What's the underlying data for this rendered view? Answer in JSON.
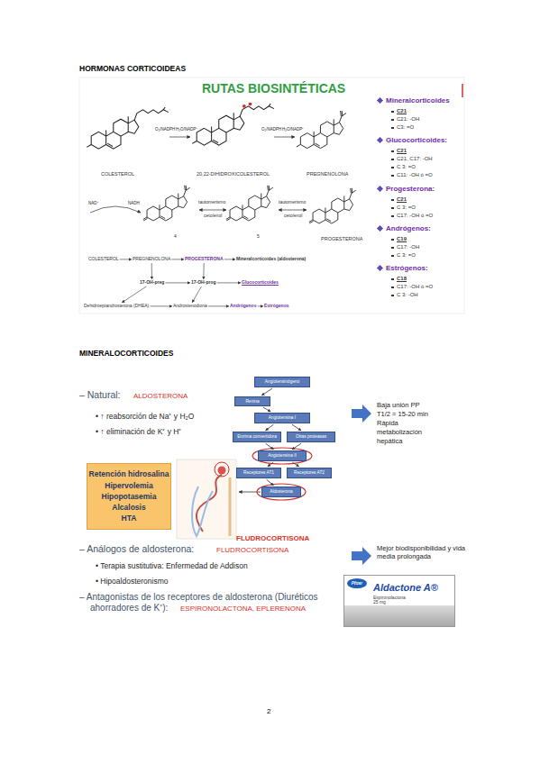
{
  "diagram": {
    "title": "HORMONAS CORTICOIDEAS",
    "nodes": [
      {
        "text": [
          "COLESTEROL"
        ]
      },
      {
        "text": [
          "PREGNENOLONA"
        ]
      },
      {
        "text": [
          "PROGESTERONA"
        ]
      },
      {
        "text": [
          "Mineralcorticoides (aldosterona)"
        ]
      },
      {
        "text": [
          "17-OH-preg"
        ]
      },
      {
        "text": [
          "17-OH-prog"
        ]
      },
      {
        "text": [
          "Glucocorticoides"
        ]
      },
      {
        "text": [
          "Dehidroepiandrosterona (DHEA)"
        ]
      },
      {
        "text": [
          "Androstenodiona"
        ]
      },
      {
        "text": [
          "Andrógenos"
        ]
      },
      {
        "text": [
          "Estrógenos"
        ]
      },
      {
        "text": [
          "Retención hidrosalina",
          "Hipervolemia",
          "Hipopotasemia",
          "Alcalosis",
          "HTA"
        ]
      },
      {
        "text": [
          "Angiotensinógeno"
        ]
      },
      {
        "text": [
          "Renina"
        ]
      },
      {
        "text": [
          "Angiotensina I"
        ]
      },
      {
        "text": [
          "Enzima convertidora"
        ]
      },
      {
        "text": [
          "Otras proteasas"
        ]
      },
      {
        "text": [
          "Angiotensina II"
        ]
      },
      {
        "text": [
          "Receptores AT1"
        ]
      },
      {
        "text": [
          "Receptores AT2"
        ]
      },
      {
        "text": [
          "Aldosterona"
        ]
      },
      {
        "text": [
          "Aldactone A®",
          "Espironolactona",
          "25 mg"
        ]
      },
      {
        "text": [
          "Pfizer"
        ],
        "in": 21
      }
    ],
    "edges": [
      {
        "from": 0,
        "to": 1,
        "arrow": "to"
      },
      {
        "from": 1,
        "to": 2,
        "arrow": "to"
      },
      {
        "from": 2,
        "to": 3,
        "arrow": "to"
      },
      {
        "from": 1,
        "to": 4,
        "arrow": "to"
      },
      {
        "from": 2,
        "to": 5,
        "arrow": "to"
      },
      {
        "from": 4,
        "to": 5,
        "arrow": "to"
      },
      {
        "from": 5,
        "to": 6,
        "arrow": "to"
      },
      {
        "from": 4,
        "to": 7,
        "arrow": "to"
      },
      {
        "from": 5,
        "to": 8,
        "arrow": "to"
      },
      {
        "from": 7,
        "to": 8,
        "arrow": "to"
      },
      {
        "from": 8,
        "to": 9,
        "arrow": "to"
      },
      {
        "from": 9,
        "to": 10,
        "arrow": "to"
      },
      {
        "from": 12,
        "to": 13,
        "arrow": "to"
      },
      {
        "from": 13,
        "to": 14,
        "arrow": "to"
      },
      {
        "from": 14,
        "to": 15,
        "arrow": "to"
      },
      {
        "from": 14,
        "to": 16,
        "arrow": "to"
      },
      {
        "from": 15,
        "to": 17,
        "arrow": "to"
      },
      {
        "from": 16,
        "to": 17,
        "arrow": "to"
      },
      {
        "from": 17,
        "to": 18,
        "arrow": "to"
      },
      {
        "from": 17,
        "to": 19,
        "arrow": "to"
      },
      {
        "from": 18,
        "to": 20,
        "arrow": "to"
      }
    ],
    "labels": [
      "RUTAS BIOSINTÉTICAS",
      "O₂/NADPH",
      "H₂O/NADP⁺",
      "O₂/NADPH",
      "H₂O/NADP⁺",
      "COLESTEROL",
      "20,22-DIHIDROXICOLESTEROL",
      "PREGNENOLONA",
      "NAD⁺",
      "NADH",
      "tautomerismo",
      "ceto/enol",
      "tautomerismo",
      "ceto/enol",
      "4",
      "5",
      "PROGESTERONA",
      "Mineralcorticoides",
      "C21",
      "C21: -OH",
      "C3: =O",
      "Glucocorticoides:",
      "C21",
      "C21, C17: -OH",
      "C 3: =O",
      "C11: -OH ó =O",
      "Progesterona:",
      "C21",
      "C 3: =O",
      "C17: -OH ó =O",
      "Andrógenos:",
      "C19",
      "C17: -OH",
      "C 3: =O",
      "Estrógenos:",
      "C18",
      "C17: -OH ó =O",
      "C 3: -OH",
      "MINERALOCORTICOIDES",
      "– Natural:",
      "ALDOSTERONA",
      "• ↑ reabsorción de Na⁺ y H₂O",
      "• ↑ eliminación de K⁺ y H⁺",
      "Baja unión PP",
      "T1/2 = 15-20 min",
      "Rápida",
      "metabolización",
      "hepática",
      "FLUDROCORTISONA",
      "– Análogos de aldosterona:",
      "FLUDROCORTISONA",
      "• Terapia sustitutiva: Enfermedad de Addison",
      "• Hipoaldosteronismo",
      "Mejor biodisponibilidad y vida media prolongada",
      "– Antagonistas de los receptores de aldosterona (Diuréticos ahorradores de K⁺):",
      "ESPIRONOLACTONA, EPLERENONA",
      "2"
    ]
  }
}
